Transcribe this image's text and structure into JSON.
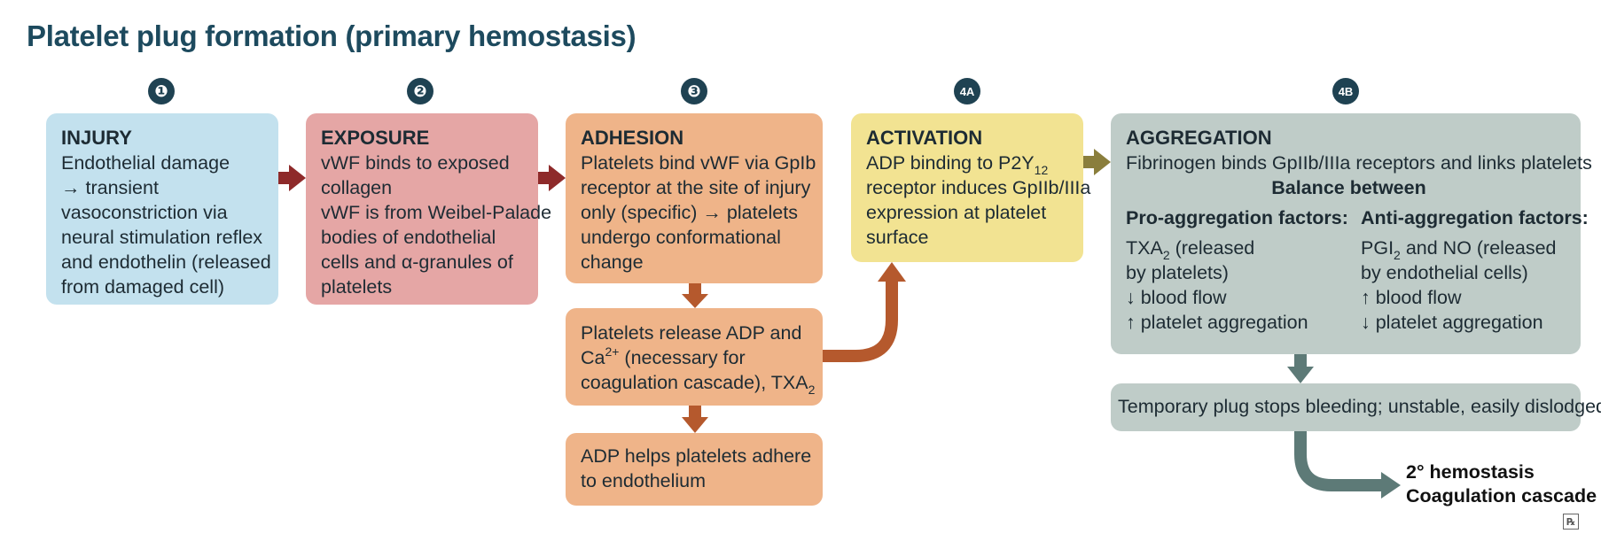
{
  "title": "Platelet plug formation (primary hemostasis)",
  "steps": {
    "s1": "❶",
    "s2": "❷",
    "s3": "❸",
    "s4a": "4A",
    "s4b": "4B"
  },
  "injury": {
    "heading": "INJURY",
    "lines": [
      "Endothelial damage",
      "→ transient",
      "vasoconstriction via",
      "neural stimulation reflex",
      "and endothelin (released",
      "from damaged cell)"
    ]
  },
  "exposure": {
    "heading": "EXPOSURE",
    "lines": [
      "vWF binds to exposed",
      "collagen",
      "vWF is from Weibel-Palade",
      "bodies of endothelial",
      "cells and α-granules of",
      "platelets"
    ]
  },
  "adhesion": {
    "heading": "ADHESION",
    "lines": [
      "Platelets bind vWF via GpIb",
      "receptor at the site of injury",
      "only (specific) → platelets",
      "undergo conformational",
      "change"
    ]
  },
  "release": {
    "line1": "Platelets release ADP and",
    "line2_pre": "Ca",
    "line2_sup": "2+",
    "line2_post": " (necessary for",
    "line3_pre": "coagulation cascade), TXA",
    "line3_sub": "2"
  },
  "adp": {
    "lines": [
      "ADP helps platelets adhere",
      "to endothelium"
    ]
  },
  "activation": {
    "heading": "ACTIVATION",
    "line1_pre": "ADP binding to P2Y",
    "line1_sub": "12",
    "lines": [
      "receptor induces GpIIb/IIIa",
      "expression at platelet",
      "surface"
    ]
  },
  "aggregation": {
    "heading": "AGGREGATION",
    "line1": "Fibrinogen binds GpIIb/IIIa receptors and links platelets",
    "balance": "Balance between",
    "pro": {
      "heading": "Pro-aggregation factors:",
      "l1_pre": "TXA",
      "l1_sub": "2",
      "l1_post": " (released",
      "lines": [
        "by platelets)",
        "↓ blood flow",
        "↑ platelet aggregation"
      ]
    },
    "anti": {
      "heading": "Anti-aggregation factors:",
      "l1_pre": "PGI",
      "l1_sub": "2",
      "l1_post": " and NO (released",
      "lines": [
        "by endothelial cells)",
        "↑ blood flow",
        "↓ platelet aggregation"
      ]
    }
  },
  "temporary": "Temporary plug stops bleeding; unstable, easily dislodged",
  "secondary": {
    "line1": "2° hemostasis",
    "line2": "Coagulation cascade"
  },
  "colors": {
    "dark_red_arrow": "#8e2a2a",
    "orange_arrow": "#b5592d",
    "olive_arrow": "#8a7e3c",
    "grey_arrow": "#5d7a77",
    "step_circle": "#1f4252"
  }
}
